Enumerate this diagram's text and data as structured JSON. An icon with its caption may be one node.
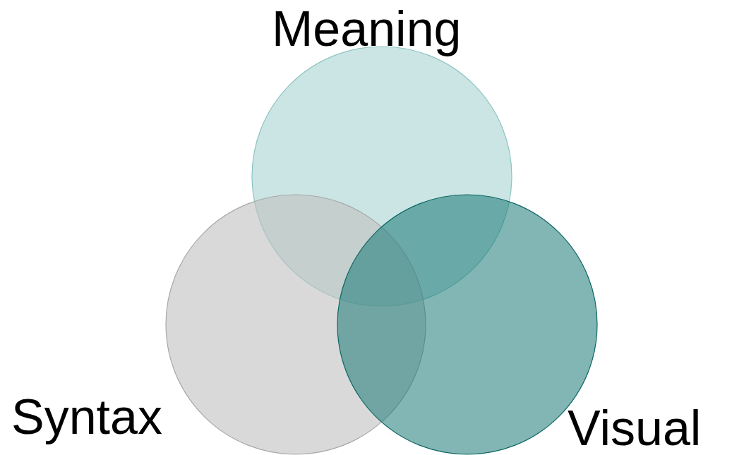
{
  "diagram": {
    "nodes": [
      {
        "text": [
          "Meaning"
        ]
      },
      {
        "text": [
          "Syntax"
        ]
      },
      {
        "text": [
          "Visual"
        ]
      }
    ]
  }
}
